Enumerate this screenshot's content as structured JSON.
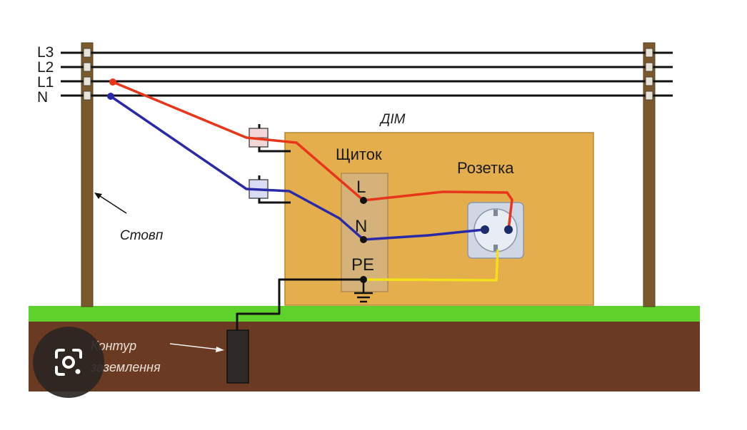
{
  "lines": {
    "L3": "L3",
    "L2": "L2",
    "L1": "L1",
    "N": "N"
  },
  "house_label": "ДІМ",
  "panel_label": "Щиток",
  "socket_label": "Розетка",
  "terminals": {
    "L": "L",
    "N": "N",
    "PE": "PE"
  },
  "pole_label": "Стовп",
  "ground_label_1": "Контур",
  "ground_label_2": "заземлення",
  "colors": {
    "phase_wire": "#e8361b",
    "neutral_wire": "#2a2aa8",
    "pe_wire": "#f2e01a",
    "ground_wire": "#111111",
    "grass": "#5ed12a",
    "soil": "#6b3a22",
    "house": "#e5ae4d",
    "pole": "#7a5a2c",
    "panel": "#d4b27a",
    "socket": "#cfd7e4"
  },
  "icons": {
    "lens": "lens-icon",
    "ground_symbol": "ground-symbol-icon",
    "breaker": "breaker-icon"
  }
}
